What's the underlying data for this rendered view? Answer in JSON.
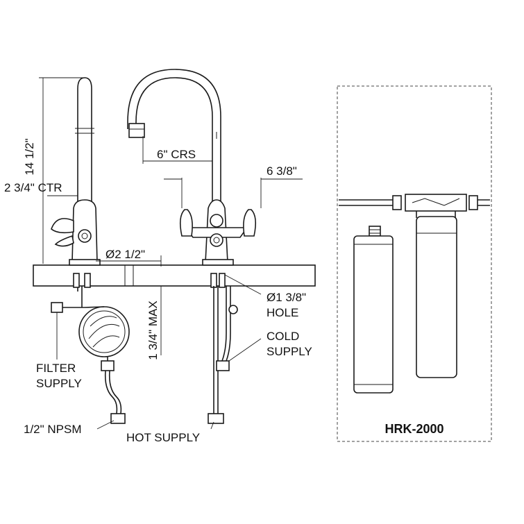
{
  "dimensions": {
    "height": "14 1/2\"",
    "center": "2 3/4\" CTR",
    "spread": "6\" CRS",
    "reach": "6 3/8\"",
    "base_diameter": "Ø2 1/2\"",
    "hole_line1": "Ø1 3/8\"",
    "hole_line2": "HOLE",
    "max_deck": "1 3/4\" MAX"
  },
  "connections": {
    "cold_line1": "COLD",
    "cold_line2": "SUPPLY",
    "filter_line1": "FILTER",
    "filter_line2": "SUPPLY",
    "npsm": "1/2\" NPSM",
    "hot": "HOT SUPPLY"
  },
  "filter_kit": {
    "model": "HRK-2000"
  }
}
